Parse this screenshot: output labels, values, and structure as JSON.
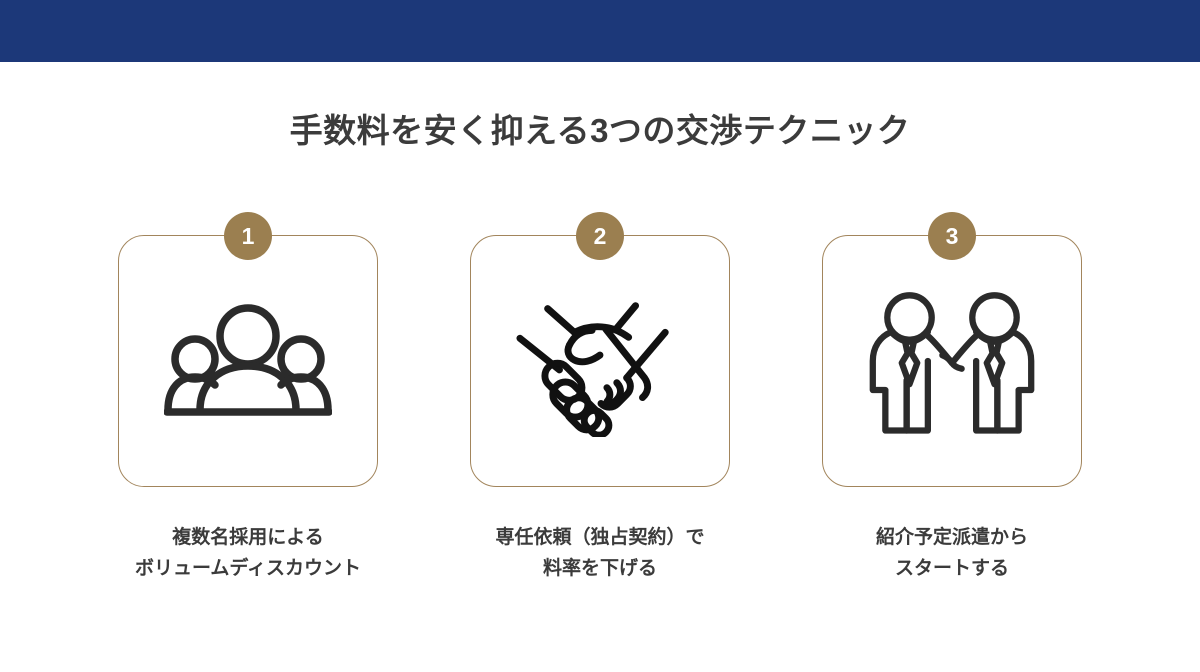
{
  "theme": {
    "navy_bar": "#1c3879",
    "badge_gold": "#9b7f50",
    "card_border_gold": "#a2855c",
    "text_dark": "#3b3b3b",
    "icon_stroke": "#2b2b2b",
    "background": "#ffffff"
  },
  "header": {
    "title": "手数料を安く抑える3つの交渉テクニック"
  },
  "cards": [
    {
      "number": "1",
      "icon": "group-of-people-icon",
      "caption": "複数名採用による\nボリュームディスカウント"
    },
    {
      "number": "2",
      "icon": "handshake-icon",
      "caption": "専任依頼（独占契約）で\n料率を下げる"
    },
    {
      "number": "3",
      "icon": "two-businesspeople-handshake-icon",
      "caption": "紹介予定派遣から\nスタートする"
    }
  ]
}
